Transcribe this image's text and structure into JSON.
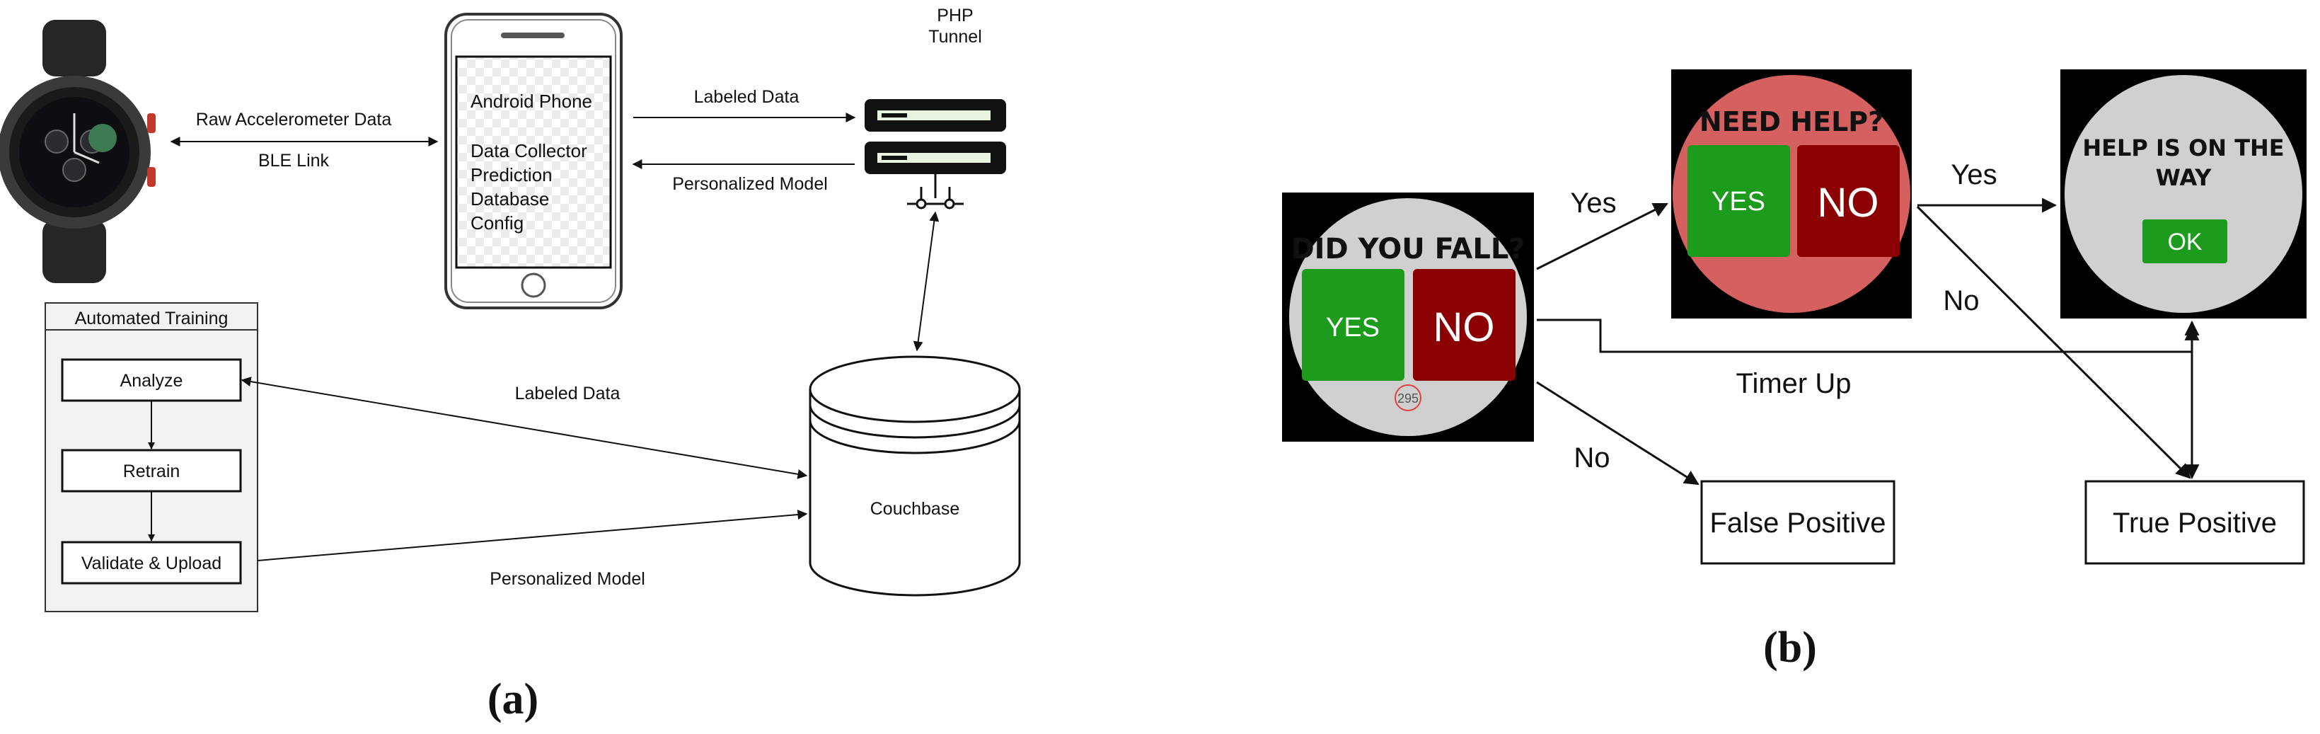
{
  "panel_a": {
    "caption": "(a)",
    "raw_data_label": "Raw Accelerometer Data",
    "ble_label": "BLE Link",
    "phone": {
      "title": "Android Phone",
      "items": [
        "Data Collector",
        "Prediction",
        "Database",
        "Config"
      ]
    },
    "labeled_data_top": "Labeled Data",
    "personalized_model_top": "Personalized Model",
    "php_tunnel": [
      "PHP",
      "Tunnel"
    ],
    "training": {
      "title": "Automated Training",
      "steps": [
        "Analyze",
        "Retrain",
        "Validate & Upload"
      ]
    },
    "couchbase": "Couchbase",
    "labeled_data_bottom": "Labeled Data",
    "personalized_model_bottom": "Personalized Model"
  },
  "panel_b": {
    "caption": "(b)",
    "did_you_fall": {
      "title": "DID YOU FALL?",
      "yes": "YES",
      "no": "NO",
      "timer": "295"
    },
    "need_help": {
      "title": "NEED HELP?",
      "yes": "YES",
      "no": "NO"
    },
    "help_on_way": {
      "title_lines": [
        "HELP IS ON THE",
        "WAY"
      ],
      "ok": "OK"
    },
    "edge_labels": {
      "yes_1": "Yes",
      "yes_2": "Yes",
      "no_1": "No",
      "no_2": "No",
      "timer_up": "Timer Up"
    },
    "false_positive": "False Positive",
    "true_positive": "True Positive"
  },
  "colors": {
    "yes_green": "#1d9b1d",
    "no_red": "#8b0000",
    "need_help_bg": "#d46060",
    "watch_face_gray": "#d0d0d0"
  }
}
